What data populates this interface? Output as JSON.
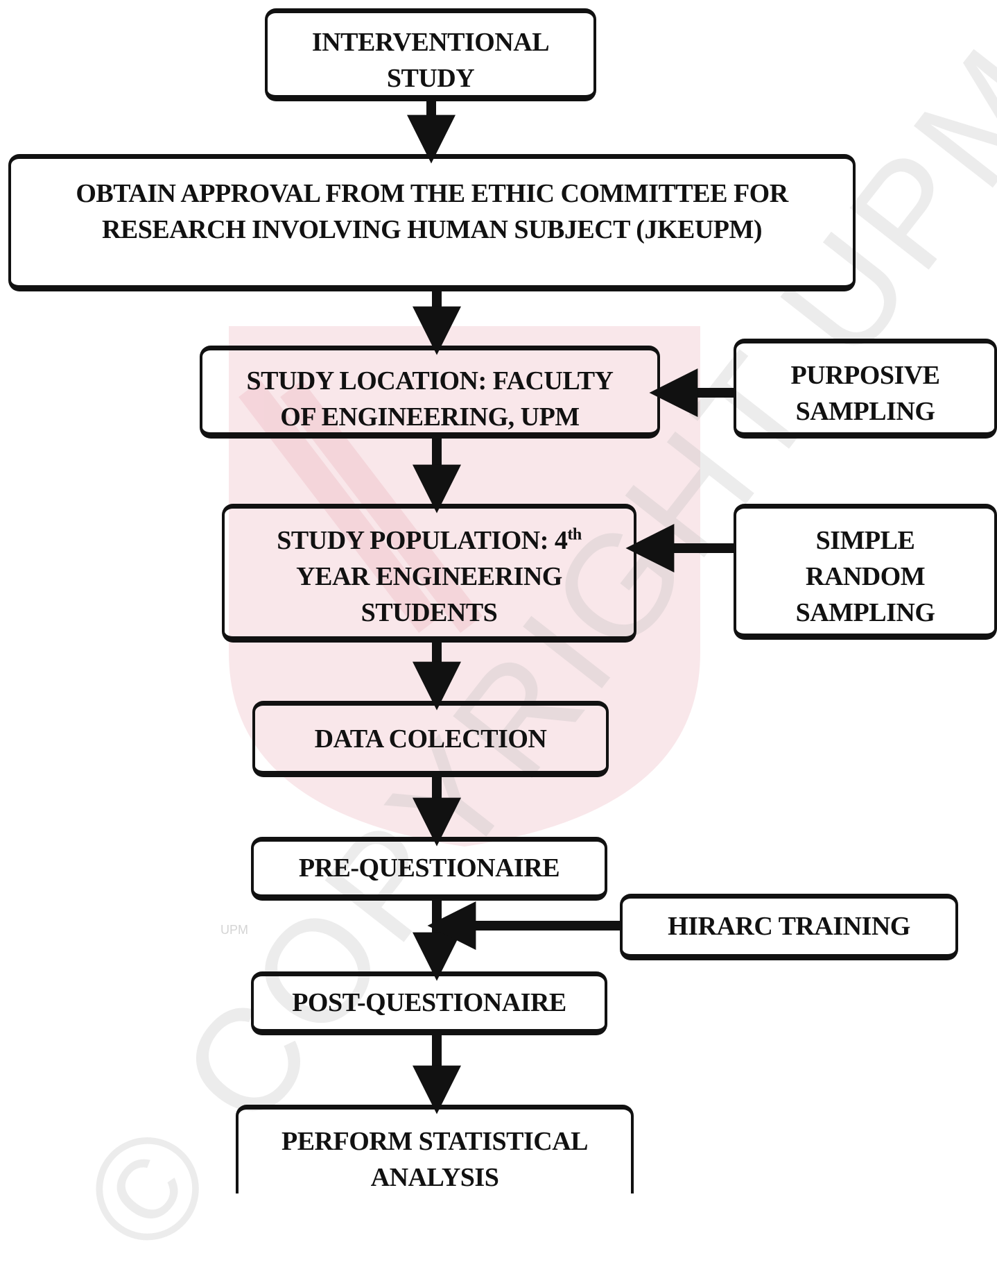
{
  "nodes": {
    "interventional": [
      "INTERVENTIONAL",
      "STUDY"
    ],
    "approval": [
      "OBTAIN APPROVAL FROM THE ETHIC COMMITTEE FOR",
      "RESEARCH INVOLVING HUMAN SUBJECT (JKEUPM)"
    ],
    "location": [
      "STUDY LOCATION: FACULTY",
      "OF ENGINEERING, UPM"
    ],
    "purposive": [
      "PURPOSIVE",
      "SAMPLING"
    ],
    "population": {
      "line1": "STUDY POPULATION: 4",
      "line1_sup": "th",
      "line2": "YEAR ENGINEERING",
      "line3": "STUDENTS"
    },
    "random": [
      "SIMPLE",
      "RANDOM",
      "SAMPLING"
    ],
    "collection": "DATA COLECTION",
    "pre": "PRE-QUESTIONAIRE",
    "training": "HIRARC TRAINING",
    "post": "POST-QUESTIONAIRE",
    "analysis": [
      "PERFORM STATISTICAL",
      "ANALYSIS"
    ]
  },
  "watermark": {
    "copyright": "© COPYRIGHT UPM",
    "small": "UPM",
    "color": "#c8102e"
  }
}
